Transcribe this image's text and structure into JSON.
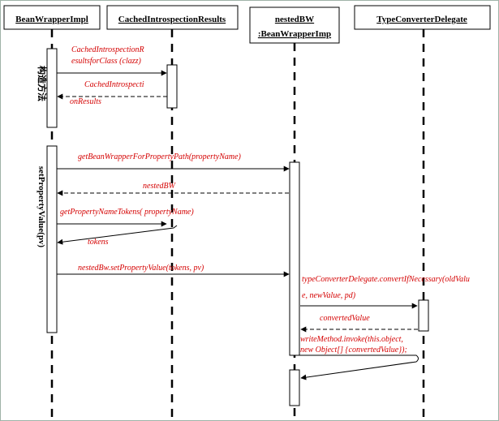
{
  "lifelines": [
    {
      "id": "beanwrapperimpl",
      "line1": "BeanWrapperImpl",
      "line2": ""
    },
    {
      "id": "cachedintrospectionresults",
      "line1": "CachedIntrospectionResults",
      "line2": ""
    },
    {
      "id": "nestedbw",
      "line1": "nestedBW",
      "line2": ":BeanWrapperImp"
    },
    {
      "id": "typeconverterdelegate",
      "line1": "TypeConverterDelegate",
      "line2": ""
    }
  ],
  "side_labels": {
    "constructor": "构造方法",
    "set_property_value": "setPropertyValue(pv)"
  },
  "messages": {
    "for_class_1": "CachedIntrospectionR",
    "for_class_2": "esultsforClass (clazz)",
    "cached_return_1": "CachedIntrospecti",
    "cached_return_2": "onResults",
    "get_bean_wrapper": "getBeanWrapperForPropertyPath(propertyName)",
    "nested_bw_return": "nestedBW",
    "get_tokens": "getPropertyNameTokens( propertyName)",
    "tokens_return": "tokens",
    "set_property_value": "nestedBw.setPropertyValue(tokens, pv)",
    "convert_1": "typeConverterDelegate.convertIfNecessary(oldValu",
    "convert_2": "e, newValue, pd)",
    "converted_return": "convertedValue",
    "write_method_1": "writeMethod.invoke(this.object,",
    "write_method_2": "new Object[] {convertedValue});"
  }
}
